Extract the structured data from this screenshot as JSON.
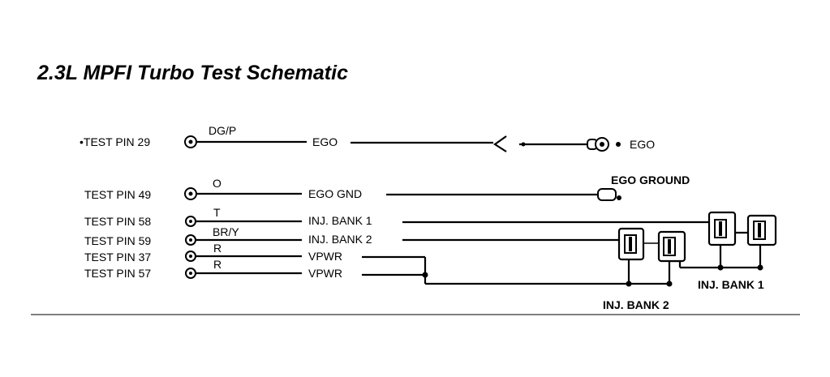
{
  "title": "2.3L MPFI Turbo Test Schematic",
  "pins": [
    {
      "label": "•TEST PIN 29",
      "wire_color": "DG/P",
      "signal": "EGO"
    },
    {
      "label": "TEST PIN 49",
      "wire_color": "O",
      "signal": "EGO GND"
    },
    {
      "label": "TEST PIN 58",
      "wire_color": "T",
      "signal": "INJ. BANK 1"
    },
    {
      "label": "TEST PIN 59",
      "wire_color": "BR/Y",
      "signal": "INJ. BANK 2"
    },
    {
      "label": "TEST PIN 37",
      "wire_color": "R",
      "signal": "VPWR"
    },
    {
      "label": "TEST PIN 57",
      "wire_color": "R",
      "signal": "VPWR"
    }
  ],
  "components": {
    "ego": "EGO",
    "ego_ground": "EGO GROUND",
    "inj_bank_1": "INJ. BANK 1",
    "inj_bank_2": "INJ. BANK 2"
  }
}
